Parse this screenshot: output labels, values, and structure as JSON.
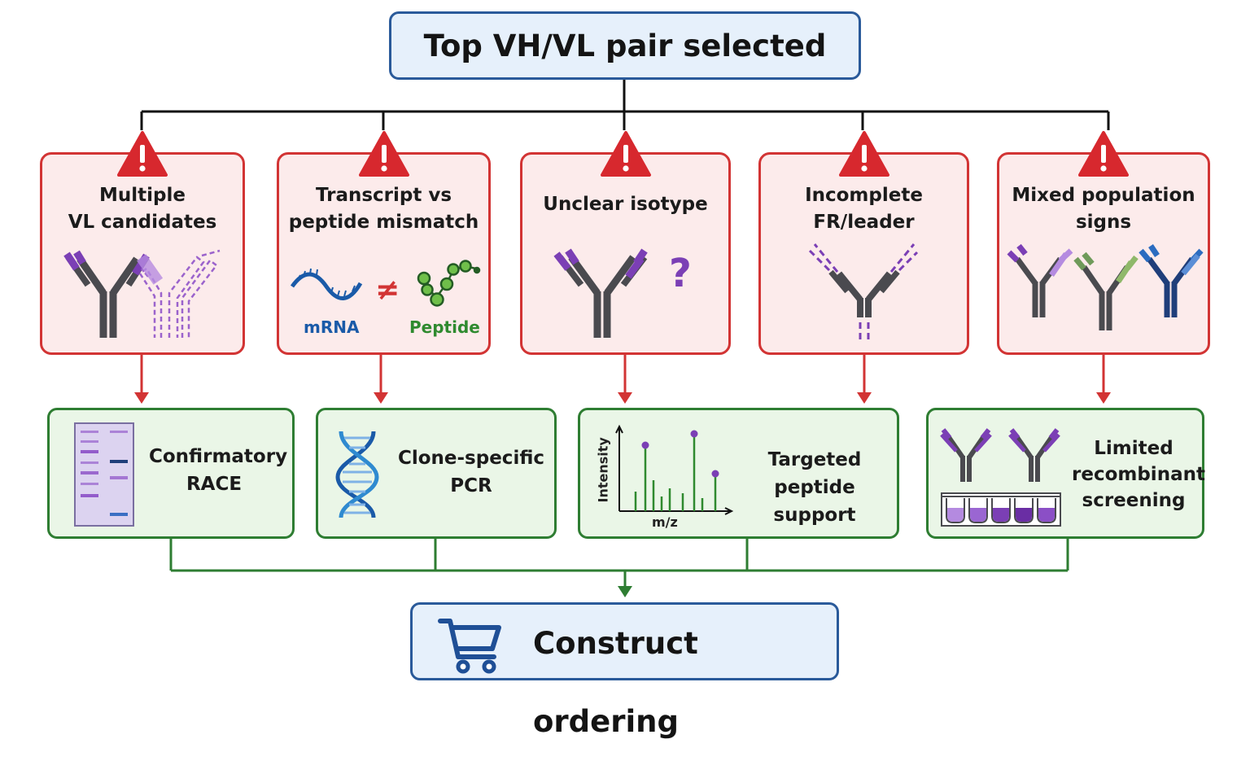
{
  "colors": {
    "issue_border": "#d23434",
    "issue_fill": "#fcebeb",
    "action_border": "#2e7d32",
    "action_fill": "#eaf6e7",
    "top_border": "#2a5a9a",
    "top_fill": "#e6f0fb",
    "antibody_purple": "#7b3fb5",
    "antibody_gray": "#4a4a4f",
    "dna_blue": "#1a5aa8",
    "peptide_green": "#2f8a2f"
  },
  "top": {
    "title": "Top VH/VL pair selected"
  },
  "issues": [
    {
      "title": "Multiple\nVL candidates",
      "icon": "warning-icon"
    },
    {
      "title": "Transcript vs\npeptide mismatch",
      "icon": "warning-icon",
      "mrna_label": "mRNA",
      "peptide_label": "Peptide"
    },
    {
      "title": "Unclear isotype",
      "icon": "warning-icon",
      "question_mark": "?"
    },
    {
      "title": "Incomplete\nFR/leader",
      "icon": "warning-icon"
    },
    {
      "title": "Mixed population\nsigns",
      "icon": "warning-icon"
    }
  ],
  "actions": [
    {
      "label": "Confirmatory\nRACE",
      "icon": "gel-icon"
    },
    {
      "label": "Clone-specific\nPCR",
      "icon": "dna-helix-icon"
    },
    {
      "label": "Targeted\npeptide support",
      "icon": "mass-spectrum-icon",
      "x_axis": "m/z",
      "y_axis": "Intensity"
    },
    {
      "label": "Limited\nrecombinant\nscreening",
      "icon": "tube-rack-icon"
    }
  ],
  "bottom": {
    "title": "Construct ordering",
    "icon": "shopping-cart-icon"
  }
}
